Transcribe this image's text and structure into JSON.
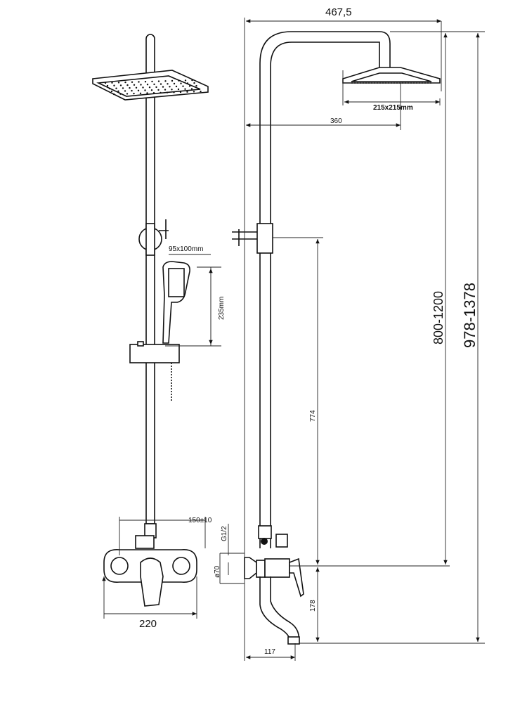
{
  "drawing": {
    "front_view": {
      "hand_shower_size": "95x100mm",
      "hand_shower_length": "235mm",
      "inlet_spacing": "150±10",
      "mixer_width": "220"
    },
    "side_view": {
      "total_reach": "467,5",
      "head_size": "215x215mm",
      "arm_reach": "360",
      "inlet_to_holder": "774",
      "adjustable_height": "800-1200",
      "total_height": "978-1378",
      "thread": "G1/2",
      "flange_diameter": "ø70",
      "spout_drop": "178",
      "spout_projection": "117"
    }
  }
}
